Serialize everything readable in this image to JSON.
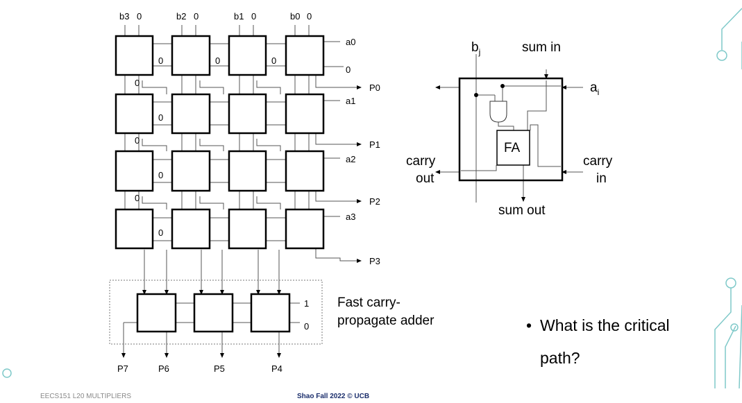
{
  "array": {
    "b_labels": [
      "b3",
      "b2",
      "b1",
      "b0"
    ],
    "zero": "0",
    "a_labels": [
      "a0",
      "a1",
      "a2",
      "a3"
    ],
    "p_labels": [
      "P0",
      "P1",
      "P2",
      "P3"
    ],
    "bottom_p_labels": [
      "P7",
      "P6",
      "P5",
      "P4"
    ],
    "adder_inputs": [
      "1",
      "0"
    ],
    "adder_caption_line1": "Fast carry-",
    "adder_caption_line2": "propagate adder"
  },
  "cell": {
    "bj_main": "b",
    "bj_sub": "j",
    "sum_in": "sum in",
    "ai_main": "a",
    "ai_sub": "i",
    "fa": "FA",
    "carry_out_1": "carry",
    "carry_out_2": "out",
    "carry_in_1": "carry",
    "carry_in_2": "in",
    "sum_out": "sum out"
  },
  "bullet": {
    "mark": "•",
    "line1": "What is the critical",
    "line2": "path?"
  },
  "footer": {
    "left": "EECS151 L20 MULTIPLIERS",
    "center": "Shao Fall 2022 © UCB"
  },
  "colors": {
    "accent": "#7fc9c9",
    "footer_center": "#1a2d6b"
  }
}
